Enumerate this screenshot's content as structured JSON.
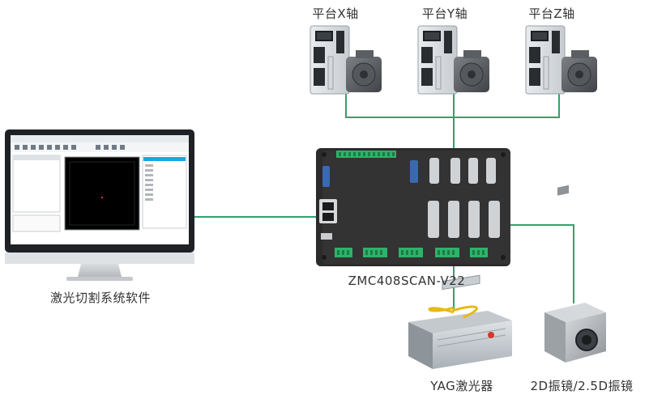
{
  "axes": [
    {
      "label": "平台X轴"
    },
    {
      "label": "平台Y轴"
    },
    {
      "label": "平台Z轴"
    }
  ],
  "pc": {
    "label": "激光切割系统软件"
  },
  "controller": {
    "label": "ZMC408SCAN-V22"
  },
  "laser": {
    "label": "YAG激光器"
  },
  "galvo": {
    "label": "2D振镜/2.5D振镜"
  },
  "colors": {
    "line": "#2fa36b",
    "controller_body": "#2b2b2b",
    "terminal_green": "#2db36a",
    "port_blue": "#3a68b5"
  }
}
